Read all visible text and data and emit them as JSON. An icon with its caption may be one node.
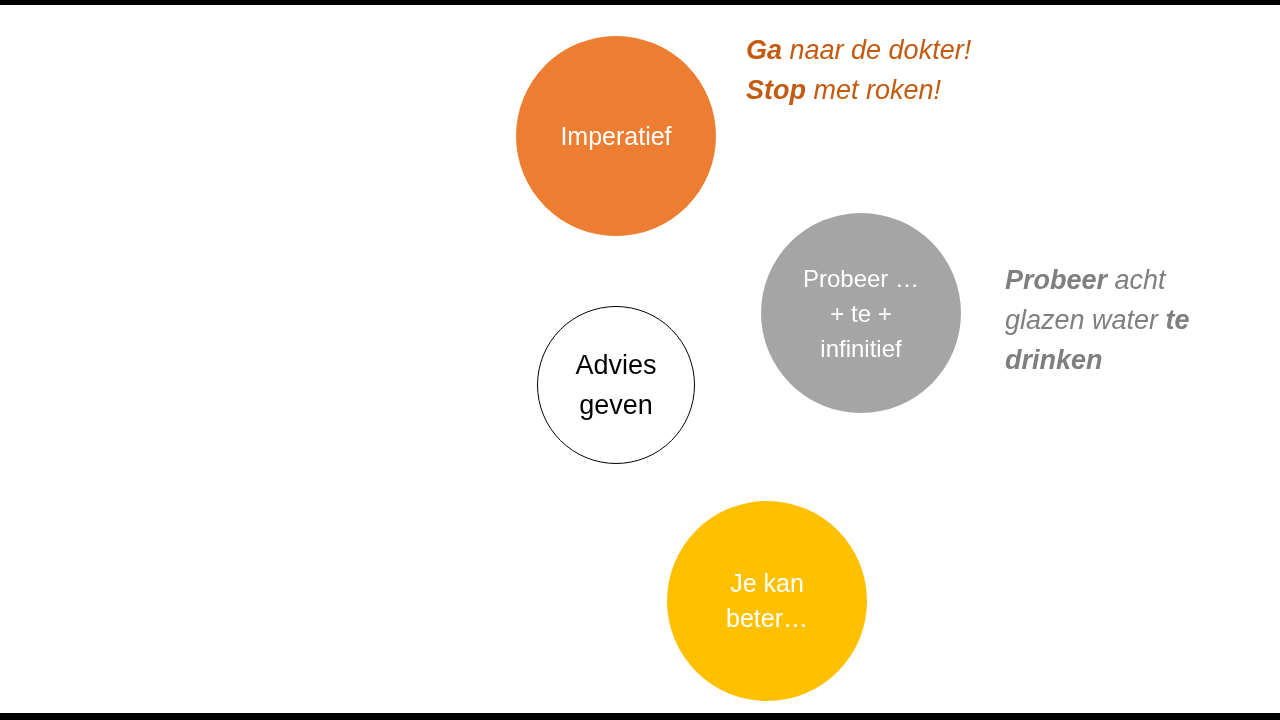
{
  "diagram": {
    "nodes": [
      {
        "text": [
          "Imperatief"
        ],
        "beside": [
          "**Ga** naar de dokter!",
          "**Stop** met roken!"
        ]
      },
      {
        "text": [
          "Probeer … + te + infinitief"
        ],
        "beside": [
          "**Probeer** acht glazen water **te drinken**"
        ]
      },
      {
        "text": [
          "Advies geven"
        ]
      },
      {
        "text": [
          "Je kan beter…"
        ]
      }
    ]
  }
}
